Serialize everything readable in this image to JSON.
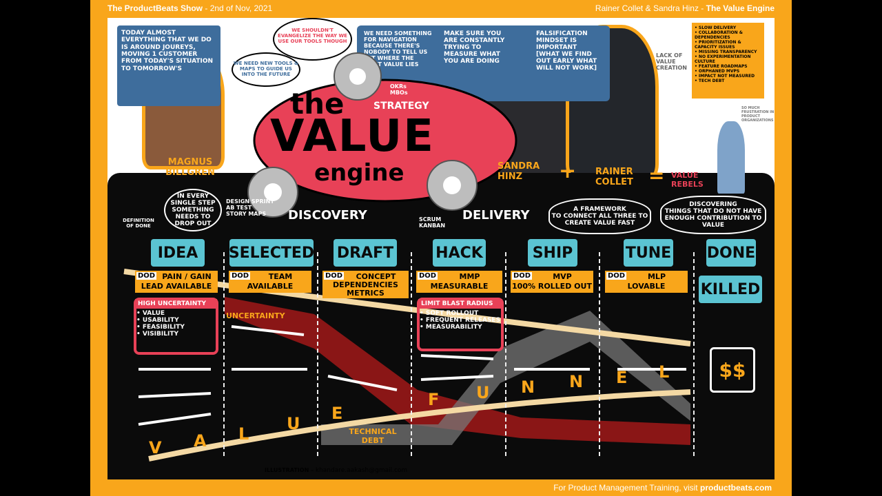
{
  "header": {
    "show_title": "The ProductBeats Show",
    "show_date": " - 2nd of Nov, 2021",
    "guests": "Rainer Collet & Sandra Hinz - ",
    "episode_title": "The Value Engine"
  },
  "footer": {
    "training_text": "For Product Management Training, visit ",
    "training_link": "productbeats.com",
    "illustration_label": "ILLUSTRATION –",
    "illustration_email": "khandare.aakash@gmail.com"
  },
  "quotes": {
    "journeys": "TODAY ALMOST EVERYTHING THAT WE DO IS AROUND JOUREYS, MOVING 1 CUSTOMER FROM TODAY'S SITUATION TO TOMORROW'S",
    "new_tools": "WE NEED NEW TOOLS & MAPS TO GUIDE US INTO THE FUTURE",
    "evangelize": "WE SHOULDN'T EVANGELIZE THE WAY WE USE OUR TOOLS THOUGH",
    "navigation": "WE NEED SOMETHING FOR NAVIGATION BECAUSE THERE'S NOBODY TO TELL US YET WHERE THE MOST VALUE LIES",
    "measure": "MAKE SURE YOU ARE CONSTANTLY TRYING TO MEASURE WHAT YOU ARE DOING",
    "falsification": "FALSIFICATION MINDSET IS IMPORTANT [WHAT WE FIND OUT EARLY WHAT WILL NOT WORK]"
  },
  "lack_of_value": "LACK OF VALUE CREATION",
  "frustration": "SO MUCH FRUSTRATION IN PRODUCT ORGANIZATIONS",
  "problems": [
    "SLOW DELIVERY",
    "COLLABORATION & DEPENDENCIES",
    "PRIORITIZATION & CAPACITY ISSUES",
    "MISSING TRANSPARENCY",
    "NO EXPERIMENTATION CULTURE",
    "FEATURE ROADMAPS",
    "ORPHANED MVPS",
    "IMPACT NOT MEASURED",
    "TECH DEBT"
  ],
  "title": {
    "the": "the",
    "value": "VALUE",
    "engine": "engine"
  },
  "strategy": {
    "label": "STRATEGY",
    "items": [
      "OKRs",
      "MBOs"
    ]
  },
  "discovery": {
    "label": "DISCOVERY",
    "items": [
      "DESIGN SPRINT",
      "AB TEST",
      "STORY MAPS"
    ]
  },
  "delivery": {
    "label": "DELIVERY",
    "items": [
      "SCRUM",
      "KANBAN"
    ]
  },
  "people": {
    "magnus": "MAGNUS BILLGREN",
    "sandra": "SANDRA HINZ",
    "rainer": "RAINER COLLET",
    "plus": "+",
    "equals": "=",
    "value_rebels": "VALUE REBELS"
  },
  "bubbles": {
    "every_step": "IN EVERY\nSINGLE STEP\nSOMETHING\nNEEDS TO\nDROP OUT",
    "framework": "A FRAMEWORK\nTO CONNECT ALL THREE TO\nCREATE VALUE FAST",
    "discovering": "DISCOVERING\nTHINGS THAT DO NOT HAVE\nENOUGH CONTRIBUTION TO\nVALUE"
  },
  "definition_of_done": "DEFINITION OF DONE",
  "stages": [
    {
      "name": "IDEA",
      "dod_tag": "DOD",
      "line1": "PAIN / GAIN",
      "line2": "LEAD AVAILABLE"
    },
    {
      "name": "SELECTED",
      "dod_tag": "DOD",
      "line1": "TEAM",
      "line2": "AVAILABLE"
    },
    {
      "name": "DRAFT",
      "dod_tag": "DOD",
      "line1": "CONCEPT",
      "line2": "DEPENDENCIES",
      "line3": "METRICS"
    },
    {
      "name": "HACK",
      "dod_tag": "DOD",
      "line1": "MMP",
      "line2": "MEASURABLE"
    },
    {
      "name": "SHIP",
      "dod_tag": "DOD",
      "line1": "MVP",
      "line2": "100% ROLLED OUT"
    },
    {
      "name": "TUNE",
      "dod_tag": "DOD",
      "line1": "MLP",
      "line2": "LOVABLE"
    },
    {
      "name": "DONE",
      "extra": "KILLED"
    }
  ],
  "high_uncertainty": {
    "title": "HIGH UNCERTAINTY",
    "items": [
      "VALUE",
      "USABILITY",
      "FEASIBILITY",
      "VISIBILITY"
    ]
  },
  "limit_blast": {
    "title": "LIMIT BLAST RADIUS",
    "items": [
      "SOFT ROLLOUT",
      "FREQUENT RELEASES",
      "MEASURABILITY"
    ]
  },
  "uncertainty_label": "UNCERTAINTY",
  "tech_debt_label": "TECHNICAL DEBT",
  "value_funnel": [
    "V",
    "A",
    "L",
    "U",
    "E",
    "F",
    "U",
    "N",
    "N",
    "E",
    "L"
  ],
  "money": "$$",
  "colors": {
    "accent": "#f9a61b",
    "red": "#e84157",
    "teal": "#5bc4d2",
    "blue": "#3e6d9c",
    "dark_red": "#8a1616"
  }
}
